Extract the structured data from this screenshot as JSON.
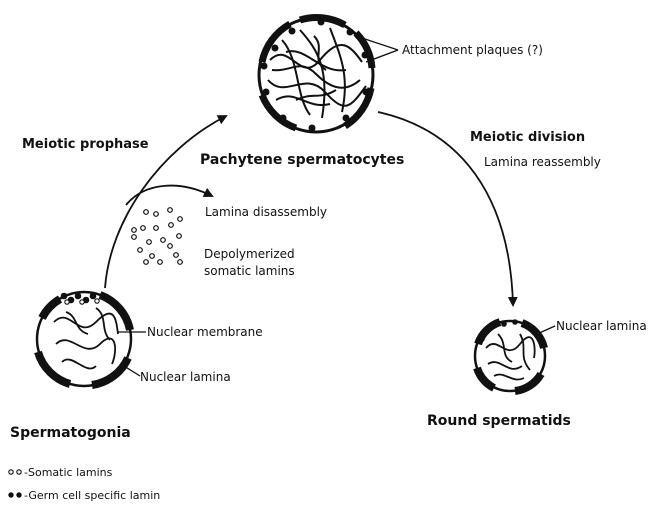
{
  "stages": {
    "pachytene": "Pachytene spermatocytes",
    "spermatogonia": "Spermatogonia",
    "round_spermatids": "Round spermatids"
  },
  "processes": {
    "meiotic_prophase": "Meiotic prophase",
    "meiotic_division": "Meiotic division",
    "lamina_reassembly": "Lamina reassembly",
    "lamina_disassembly": "Lamina disassembly",
    "depolymerized_line1": "Depolymerized",
    "depolymerized_line2": "somatic lamins"
  },
  "structures": {
    "attachment_plaques": "Attachment plaques (?)",
    "nuclear_membrane": "Nuclear membrane",
    "nuclear_lamina_left": "Nuclear lamina",
    "nuclear_lamina_right": "Nuclear lamina"
  },
  "legend": {
    "somatic": "Somatic lamins",
    "germ": "Germ cell specific lamin"
  },
  "colors": {
    "ink": "#111111",
    "paper": "#ffffff"
  }
}
